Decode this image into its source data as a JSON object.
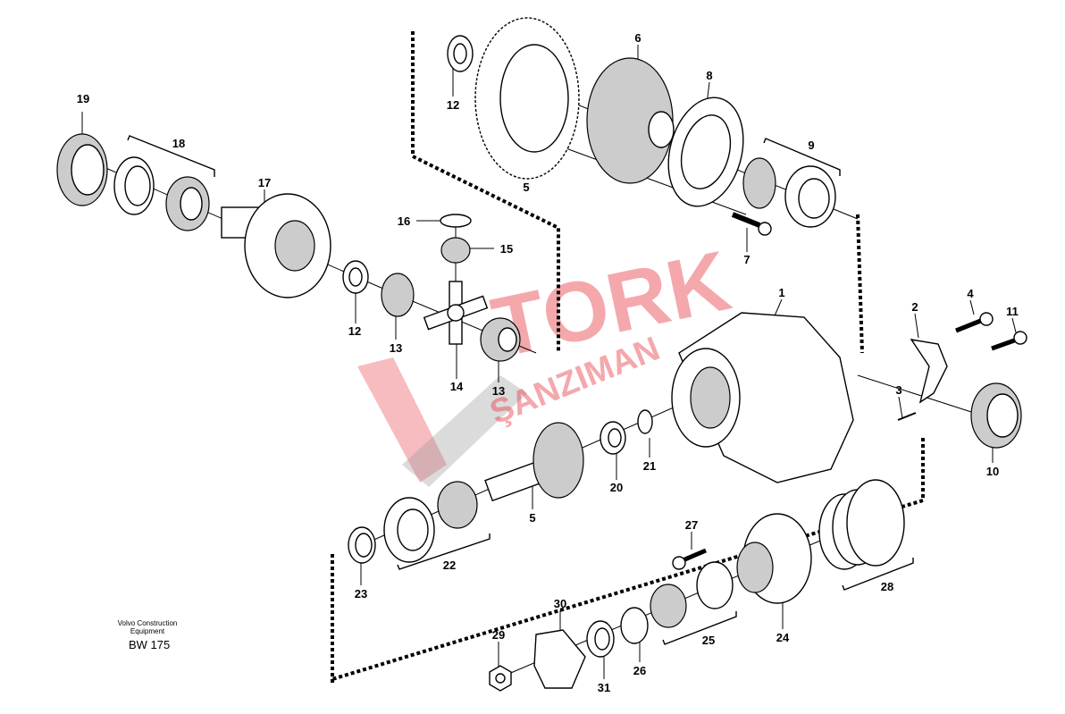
{
  "labels": {
    "p19": "19",
    "p18": "18",
    "p17": "17",
    "p12a": "12",
    "p13a": "13",
    "p16": "16",
    "p15": "15",
    "p14": "14",
    "p13b": "13",
    "p12b": "12",
    "p5a": "5",
    "p6": "6",
    "p8": "8",
    "p9": "9",
    "p7": "7",
    "p1": "1",
    "p4": "4",
    "p2": "2",
    "p11": "11",
    "p3": "3",
    "p10": "10",
    "p21": "21",
    "p20": "20",
    "p5b": "5",
    "p22": "22",
    "p23": "23",
    "p27": "27",
    "p28": "28",
    "p24": "24",
    "p25": "25",
    "p30": "30",
    "p29": "29",
    "p26": "26",
    "p31": "31"
  },
  "credit": {
    "line1": "Volvo Construction",
    "line2": "Equipment",
    "code": "BW 175"
  },
  "watermark": {
    "brand": "TORK",
    "sub": "ŞANZIMAN"
  }
}
